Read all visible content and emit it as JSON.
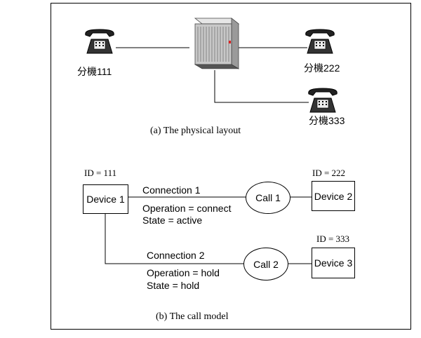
{
  "physical": {
    "caption": "(a) The physical layout",
    "ext111": "分機111",
    "ext222": "分機222",
    "ext333": "分機333"
  },
  "model": {
    "caption": "(b) The call model",
    "id111": "ID = 111",
    "id222": "ID = 222",
    "id333": "ID = 333",
    "device1": "Device 1",
    "device2": "Device 2",
    "device3": "Device 3",
    "call1": "Call 1",
    "call2": "Call 2",
    "conn1": {
      "title": "Connection 1",
      "operation": "Operation = connect",
      "state": "State = active"
    },
    "conn2": {
      "title": "Connection 2",
      "operation": "Operation = hold",
      "state": "State = hold"
    }
  },
  "icons": [
    "telephone-icon",
    "pbx-switch-icon"
  ]
}
